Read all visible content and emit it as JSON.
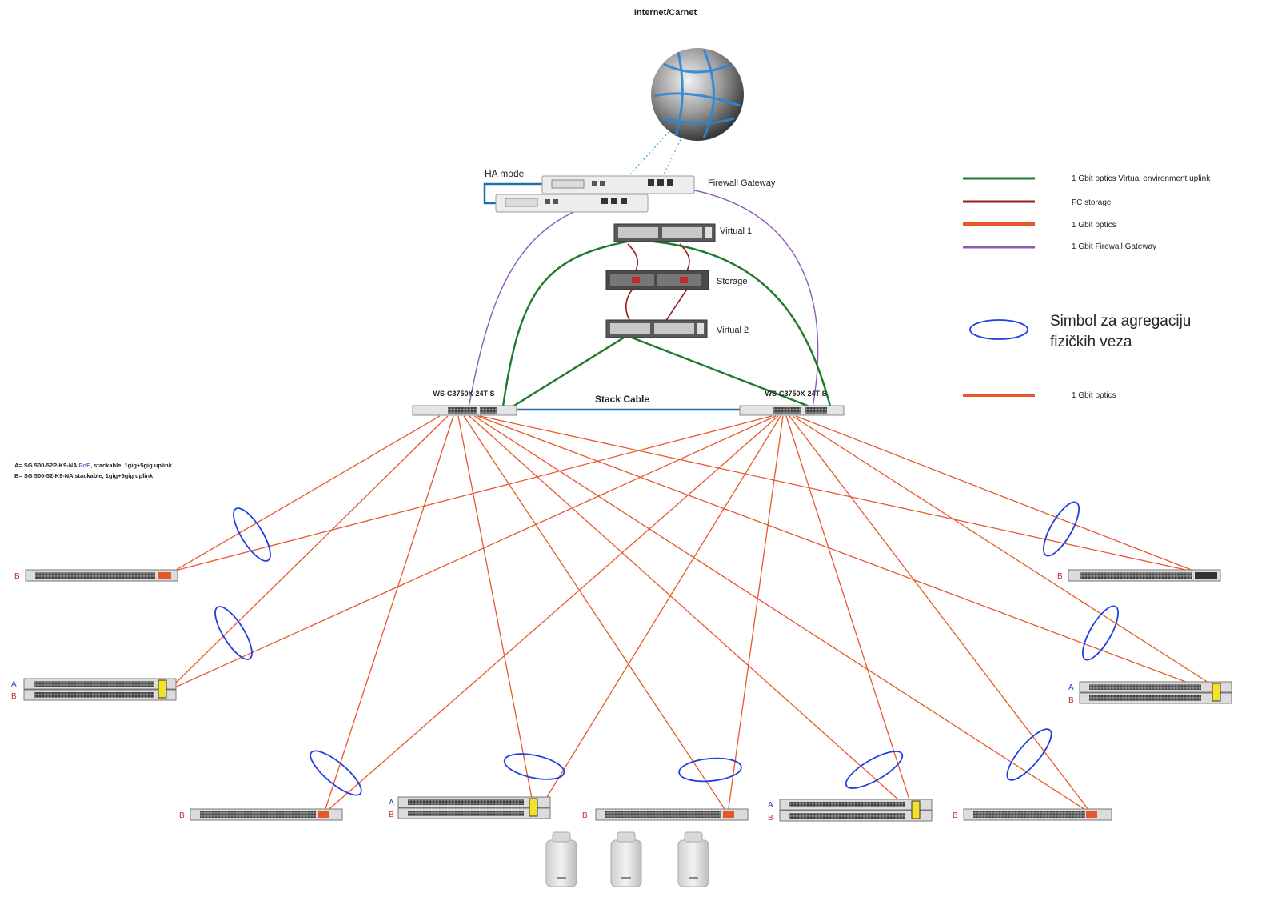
{
  "labels": {
    "internet": "Internet/Carnet",
    "ha_mode": "HA mode",
    "firewall_gateway": "Firewall Gateway",
    "virtual1": "Virtual 1",
    "storage": "Storage",
    "virtual2": "Virtual 2",
    "core_left": "WS-C3750X-24T-S",
    "core_right": "WS-C3750X-24T-S",
    "stack_cable": "Stack Cable",
    "legend_a_prefix": "A= SG 500-52P-K9-NA ",
    "legend_a_poe": "PoE",
    "legend_a_suffix": ", stackable, 1gig+5gig uplink",
    "legend_b": "B= SG 500-52-K9-NA stackable, 1gig+5gig uplink",
    "letter_a": "A",
    "letter_b": "B"
  },
  "legend": {
    "items": [
      {
        "label": "1 Gbit optics Virtual environment uplink",
        "color": "#1e7a2a"
      },
      {
        "label": "FC storage",
        "color": "#9b1c1c"
      },
      {
        "label": "1 Gbit optics",
        "color": "#e8572a"
      },
      {
        "label": "1 Gbit Firewall Gateway",
        "color": "#8a5cb8"
      }
    ],
    "aggregation_line1": "Simbol za agregaciju",
    "aggregation_line2": "fizičkih veza",
    "optics_label": "1 Gbit optics"
  },
  "colors": {
    "green": "#1e7a2a",
    "dark_red": "#9b1c1c",
    "orange": "#e8572a",
    "purple": "#8a5cb8",
    "blue_stack": "#1f6fa8",
    "teal_dotted": "#3aa6c8",
    "ellipse": "#1f3fe0"
  }
}
